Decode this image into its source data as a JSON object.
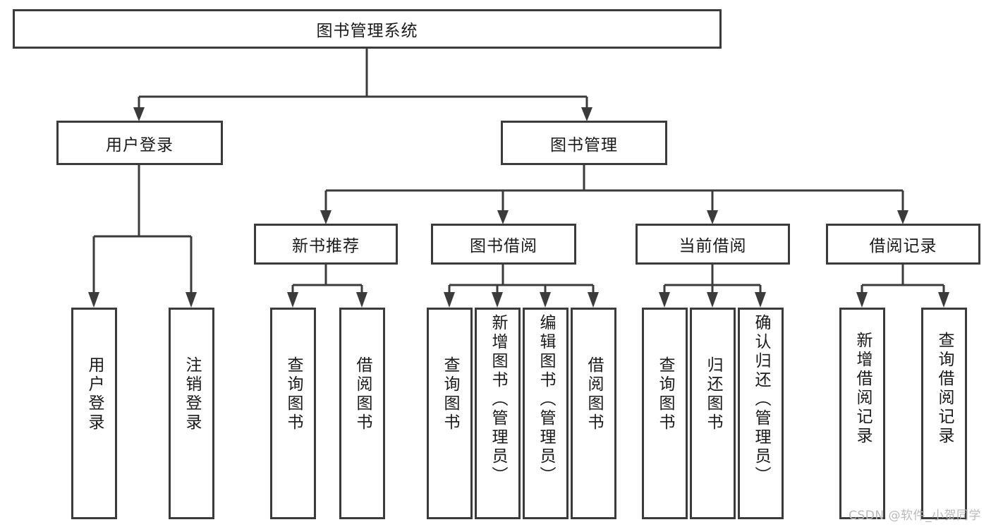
{
  "diagram": {
    "title": "图书管理系统",
    "type": "tree-hierarchy-diagram",
    "watermark": "CSDN @软件_小贺同学",
    "colors": {
      "stroke": "#3b3b3b",
      "box_fill": "#ffffff",
      "text": "#1a1a1a",
      "background": "#ffffff",
      "watermark": "#b9b9b9"
    },
    "root": {
      "label": "图书管理系统"
    },
    "level2": [
      {
        "label": "用户登录"
      },
      {
        "label": "图书管理"
      }
    ],
    "level3": [
      {
        "label": "新书推荐"
      },
      {
        "label": "图书借阅"
      },
      {
        "label": "当前借阅"
      },
      {
        "label": "借阅记录"
      }
    ],
    "leaves": {
      "user_login": [
        {
          "label": "用户登录"
        },
        {
          "label": "注销登录"
        }
      ],
      "new_book_recommend": [
        {
          "label": "查询图书"
        },
        {
          "label": "借阅图书"
        }
      ],
      "book_borrow": [
        {
          "label": "查询图书"
        },
        {
          "label": "新增图书（管理员）"
        },
        {
          "label": "编辑图书（管理员）"
        },
        {
          "label": "借阅图书"
        }
      ],
      "current_borrow": [
        {
          "label": "查询图书"
        },
        {
          "label": "归还图书"
        },
        {
          "label": "确认归还（管理员）"
        }
      ],
      "borrow_records": [
        {
          "label": "新增借阅记录"
        },
        {
          "label": "查询借阅记录"
        }
      ]
    }
  }
}
